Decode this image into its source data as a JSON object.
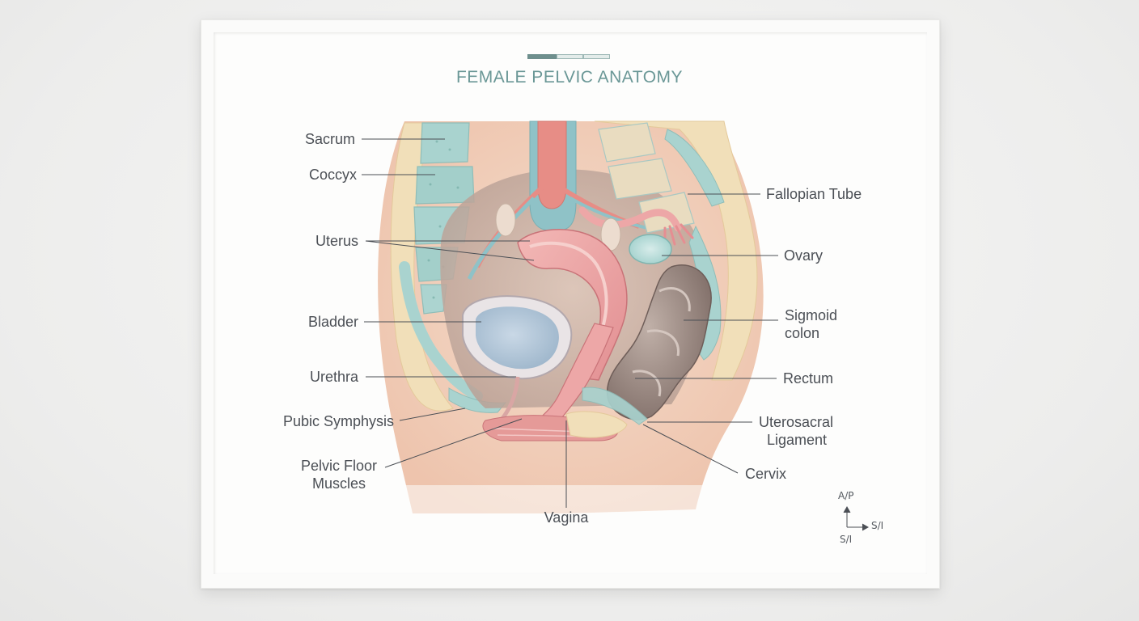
{
  "poster": {
    "title": "FEMALE PELVIC ANATOMY",
    "title_color": "#6a9796",
    "accent_bar_colors": [
      "#6e8f8d",
      "#d9e6e4",
      "#d9e6e4"
    ]
  },
  "labels_left": {
    "sacrum": "Sacrum",
    "coccyx": "Coccyx",
    "uterus": "Uterus",
    "bladder": "Bladder",
    "urethra": "Urethra",
    "pubic_symphysis": "Pubic Symphysis",
    "pelvic_floor_line1": "Pelvic Floor",
    "pelvic_floor_line2": "Muscles"
  },
  "labels_right": {
    "fallopian_tube": "Fallopian Tube",
    "ovary": "Ovary",
    "sigmoid_line1": "Sigmoid",
    "sigmoid_line2": "colon",
    "rectum": "Rectum",
    "uterosacral_line1": "Uterosacral",
    "uterosacral_line2": "Ligament",
    "cervix": "Cervix"
  },
  "labels_bottom": {
    "vagina": "Vagina"
  },
  "orientation": {
    "top": "A/P",
    "right": "S/I",
    "bottom": "S/I"
  },
  "colors": {
    "skin": "#f3d3be",
    "bone": "#f1dfb9",
    "vertebra": "#a9d3cf",
    "uterus": "#eda7a7",
    "bladder": "#b9cde0",
    "colon": "#a08d86",
    "leader_line": "#4b4f55"
  }
}
